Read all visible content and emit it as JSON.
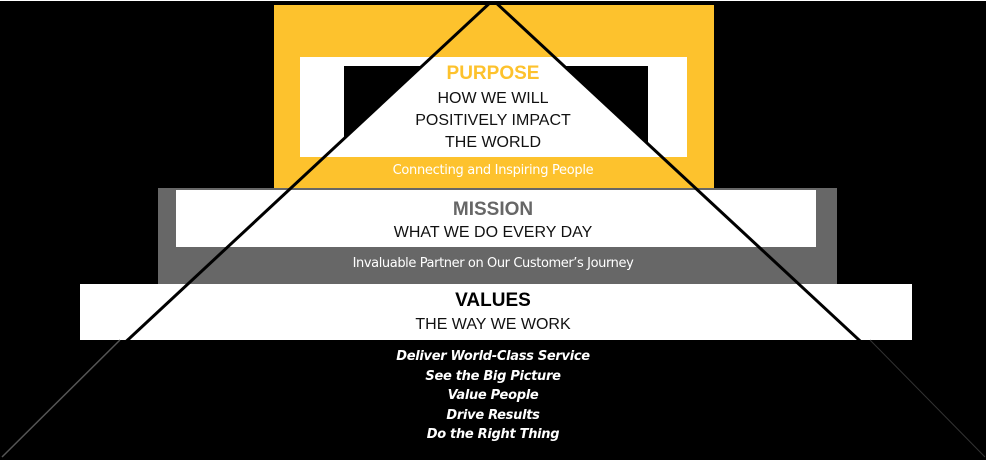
{
  "diagram": {
    "type": "pyramid",
    "colors": {
      "background": "#000000",
      "purpose_accent": "#FDC22D",
      "mission_accent": "#676767",
      "panel": "#FFFFFF",
      "outline": "#000000"
    },
    "purpose": {
      "title": "PURPOSE",
      "subtitle_lines": [
        "HOW WE WILL",
        "POSITIVELY IMPACT",
        "THE WORLD"
      ],
      "statement": "Connecting and Inspiring People"
    },
    "mission": {
      "title": "MISSION",
      "subtitle": "WHAT WE DO EVERY DAY",
      "statement": "Invaluable Partner on Our Customer’s Journey"
    },
    "values": {
      "title": "VALUES",
      "subtitle": "THE WAY WE WORK",
      "items": [
        "Deliver World-Class Service",
        "See the Big Picture",
        "Value People",
        "Drive Results",
        "Do the Right Thing"
      ]
    }
  }
}
